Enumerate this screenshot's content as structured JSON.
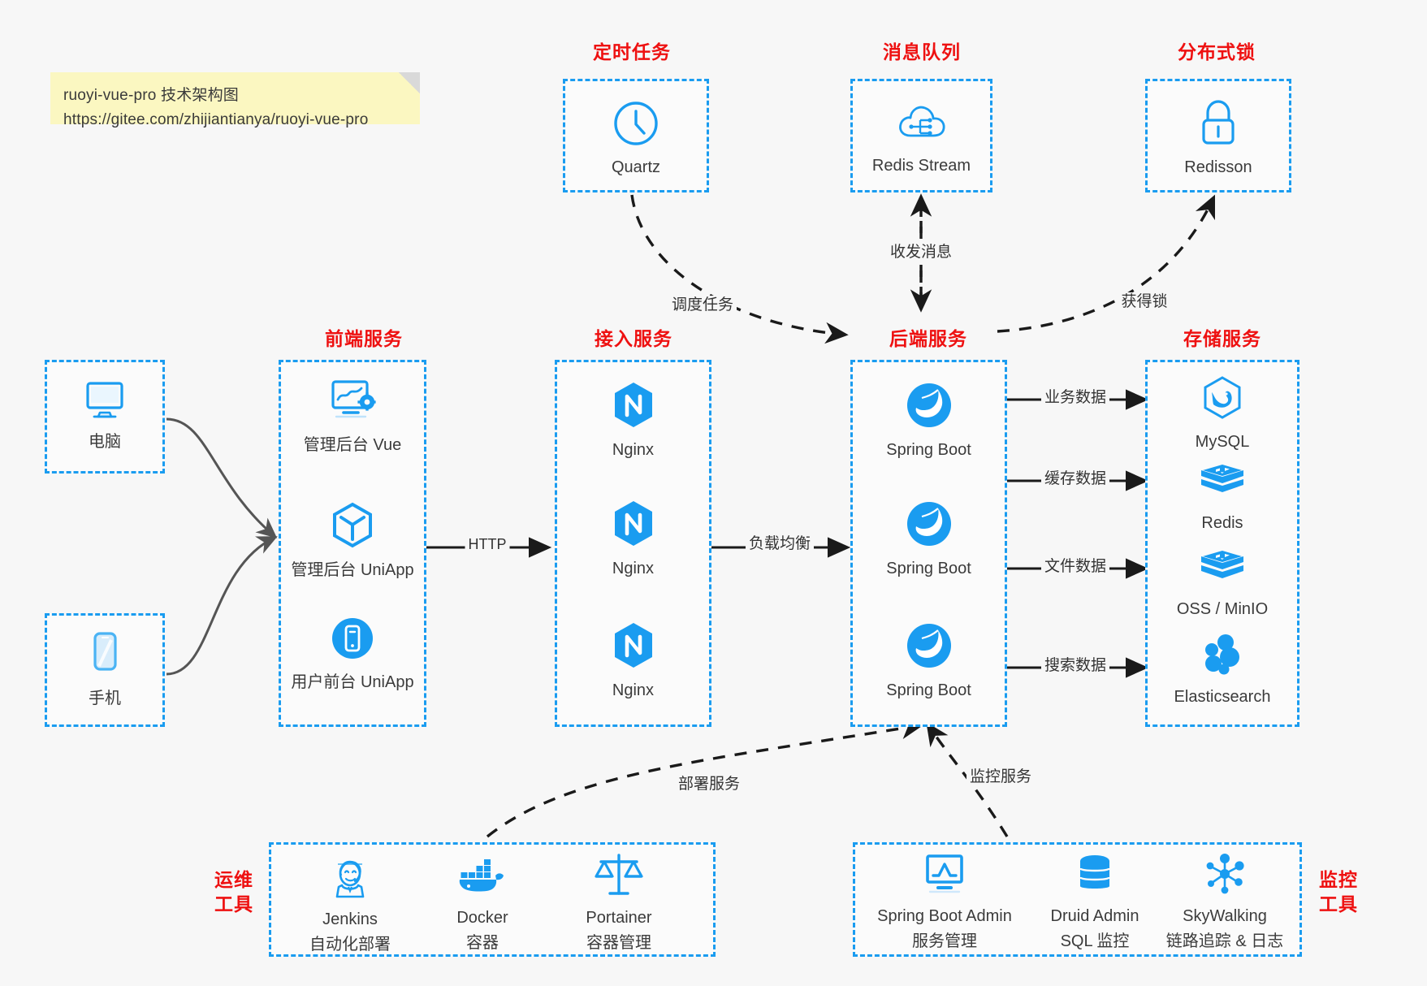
{
  "note": {
    "line1": "ruoyi-vue-pro 技术架构图",
    "line2": "https://gitee.com/zhijiantianya/ruoyi-vue-pro"
  },
  "colors": {
    "accent_blue": "#1a9cf0",
    "title_red": "#ee1111",
    "edge_gray": "#555555",
    "note_yellow": "#fbf7c1",
    "background": "#f7f7f7"
  },
  "groups": {
    "scheduler": {
      "title": "定时任务",
      "nodes": [
        {
          "label": "Quartz",
          "icon": "clock-icon"
        }
      ]
    },
    "mq": {
      "title": "消息队列",
      "nodes": [
        {
          "label": "Redis Stream",
          "icon": "cloud-stream-icon"
        }
      ]
    },
    "lock": {
      "title": "分布式锁",
      "nodes": [
        {
          "label": "Redisson",
          "icon": "padlock-icon"
        }
      ]
    },
    "clients": {
      "nodes": [
        {
          "label": "电脑",
          "icon": "desktop-icon"
        },
        {
          "label": "手机",
          "icon": "smartphone-icon"
        }
      ]
    },
    "frontend": {
      "title": "前端服务",
      "nodes": [
        {
          "label": "管理后台 Vue",
          "icon": "dashboard-gear-icon"
        },
        {
          "label": "管理后台 UniApp",
          "icon": "hexagon-cube-icon"
        },
        {
          "label": "用户前台 UniApp",
          "icon": "mobile-circle-icon"
        }
      ]
    },
    "gateway": {
      "title": "接入服务",
      "nodes": [
        {
          "label": "Nginx",
          "icon": "nginx-icon"
        },
        {
          "label": "Nginx",
          "icon": "nginx-icon"
        },
        {
          "label": "Nginx",
          "icon": "nginx-icon"
        }
      ]
    },
    "backend": {
      "title": "后端服务",
      "nodes": [
        {
          "label": "Spring Boot",
          "icon": "spring-boot-icon"
        },
        {
          "label": "Spring Boot",
          "icon": "spring-boot-icon"
        },
        {
          "label": "Spring Boot",
          "icon": "spring-boot-icon"
        }
      ]
    },
    "storage": {
      "title": "存储服务",
      "nodes": [
        {
          "label": "MySQL",
          "icon": "mysql-icon"
        },
        {
          "label": "Redis",
          "icon": "redis-icon"
        },
        {
          "label": "OSS / MinIO",
          "icon": "oss-minio-icon"
        },
        {
          "label": "Elasticsearch",
          "icon": "elasticsearch-icon"
        }
      ]
    },
    "devops": {
      "title_line1": "运维",
      "title_line2": "工具",
      "nodes": [
        {
          "label": "Jenkins",
          "sub": "自动化部署",
          "icon": "jenkins-icon"
        },
        {
          "label": "Docker",
          "sub": "容器",
          "icon": "docker-icon"
        },
        {
          "label": "Portainer",
          "sub": "容器管理",
          "icon": "scales-icon"
        }
      ]
    },
    "monitoring": {
      "title_line1": "监控",
      "title_line2": "工具",
      "nodes": [
        {
          "label": "Spring Boot Admin",
          "sub": "服务管理",
          "icon": "monitor-chart-icon"
        },
        {
          "label": "Druid Admin",
          "sub": "SQL 监控",
          "icon": "database-icon"
        },
        {
          "label": "SkyWalking",
          "sub": "链路追踪 & 日志",
          "icon": "skywalking-icon"
        }
      ]
    }
  },
  "edges": [
    {
      "id": "schedule-task",
      "label": "调度任务"
    },
    {
      "id": "send-receive-message",
      "label": "收发消息"
    },
    {
      "id": "acquire-lock",
      "label": "获得锁"
    },
    {
      "id": "http",
      "label": "HTTP"
    },
    {
      "id": "load-balance",
      "label": "负载均衡"
    },
    {
      "id": "business-data",
      "label": "业务数据"
    },
    {
      "id": "cache-data",
      "label": "缓存数据"
    },
    {
      "id": "file-data",
      "label": "文件数据"
    },
    {
      "id": "search-data",
      "label": "搜索数据"
    },
    {
      "id": "deploy-service",
      "label": "部署服务"
    },
    {
      "id": "monitor-service",
      "label": "监控服务"
    }
  ]
}
